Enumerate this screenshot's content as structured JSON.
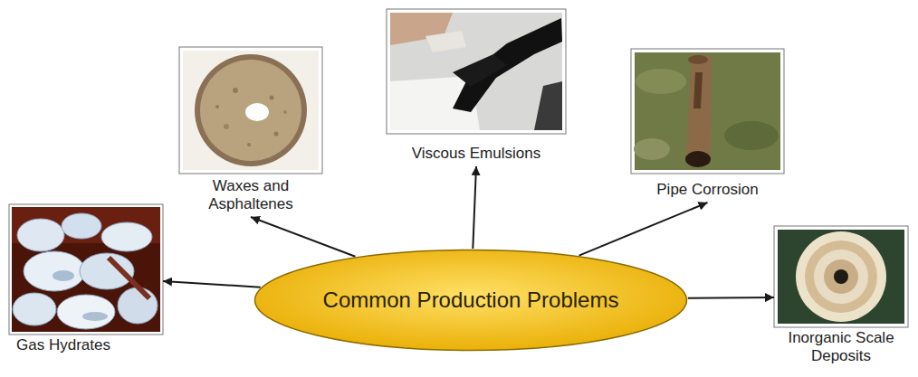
{
  "diagram": {
    "nodes": [
      {
        "text": [
          "Common Production Problems"
        ]
      },
      {
        "text": [
          "Gas Hydrates"
        ]
      },
      {
        "text": [
          "Waxes and Asphaltenes"
        ]
      },
      {
        "text": [
          "Viscous Emulsions"
        ]
      },
      {
        "text": [
          "Pipe Corrosion"
        ]
      },
      {
        "text": [
          "Inorganic Scale Deposits"
        ]
      }
    ],
    "edges": [
      {
        "from": 0,
        "to": 1,
        "arrow": "to"
      },
      {
        "from": 0,
        "to": 2,
        "arrow": "to"
      },
      {
        "from": 0,
        "to": 3,
        "arrow": "to"
      },
      {
        "from": 0,
        "to": 4,
        "arrow": "to"
      },
      {
        "from": 0,
        "to": 5,
        "arrow": "to"
      }
    ]
  }
}
